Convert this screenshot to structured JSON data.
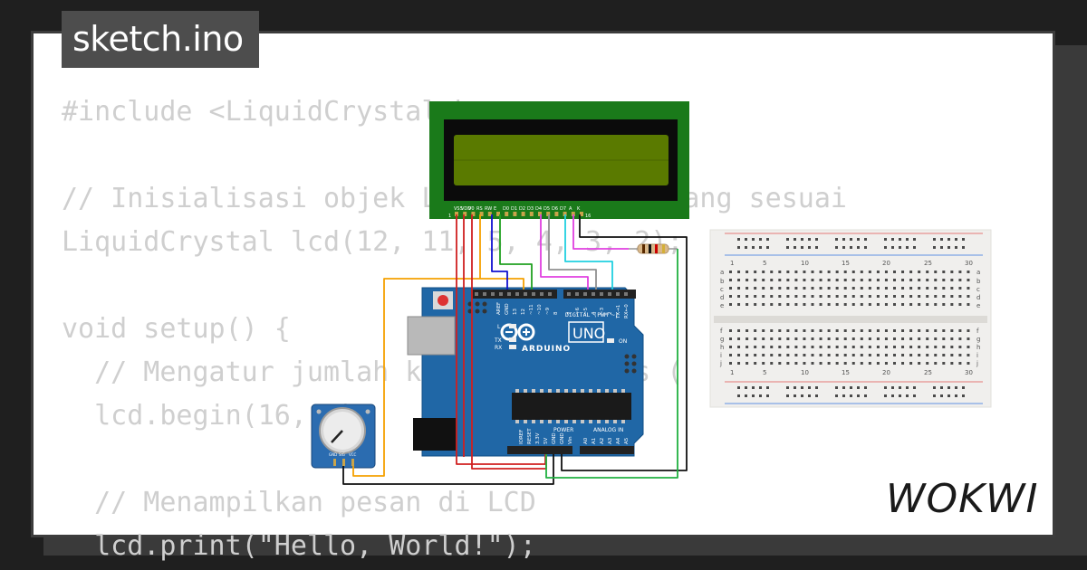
{
  "header": {
    "filename": "sketch.ino"
  },
  "code_lines": [
    "#include <LiquidCrystal.h>",
    "",
    "// Inisialisasi objek LCD dengan pin yang sesuai",
    "LiquidCrystal lcd(12, 11, 5, 4, 3, 2);",
    "",
    "void setup() {",
    "  // Mengatur jumlah kolom dan baris (",
    "  lcd.begin(16, 2);",
    "",
    "  // Menampilkan pesan di LCD",
    "  lcd.print(\"Hello, World!\");"
  ],
  "lcd": {
    "pin_labels": [
      "VSS",
      "VDD",
      "V0",
      "RS",
      "RW",
      "E",
      "D0",
      "D1",
      "D2",
      "D3",
      "D4",
      "D5",
      "D6",
      "D7",
      "A",
      "K"
    ],
    "pin_first": "1",
    "pin_last": "16"
  },
  "arduino": {
    "brand": "ARDUINO",
    "model": "UNO",
    "digital_label": "DIGITAL (PWM ~)",
    "top_pins": [
      "AREF",
      "GND",
      "13",
      "12",
      "~11",
      "~10",
      "~9",
      "8",
      "7",
      "~6",
      "~5",
      "4",
      "~3",
      "2",
      "TX→1",
      "RX←0"
    ],
    "power_label": "POWER",
    "analog_label": "ANALOG IN",
    "power_pins": [
      "IOREF",
      "RESET",
      "3.3V",
      "5V",
      "GND",
      "GND",
      "Vin"
    ],
    "analog_pins": [
      "A0",
      "A1",
      "A2",
      "A3",
      "A4",
      "A5"
    ],
    "led_labels": [
      "L",
      "TX",
      "RX",
      "ON"
    ]
  },
  "breadboard": {
    "column_numbers": [
      "1",
      "5",
      "10",
      "15",
      "20",
      "25",
      "30"
    ],
    "row_letters_top": [
      "a",
      "b",
      "c",
      "d",
      "e"
    ],
    "row_letters_bottom": [
      "f",
      "g",
      "h",
      "i",
      "j"
    ]
  },
  "potentiometer": {
    "pin_labels": [
      "GND",
      "SIG",
      "VCC"
    ]
  },
  "brand": {
    "logo_text": "WOKWI"
  },
  "colors": {
    "lcd_bezel": "#1a7a1a",
    "lcd_screen": "#5a7a00",
    "arduino_board": "#2067a6",
    "wire_red": "#d02020",
    "wire_orange": "#f5a000",
    "wire_blue": "#1010d0",
    "wire_green": "#20a020",
    "wire_magenta": "#e040e0",
    "wire_cyan": "#20d0e0",
    "wire_gray": "#909090",
    "wire_black": "#111111"
  }
}
